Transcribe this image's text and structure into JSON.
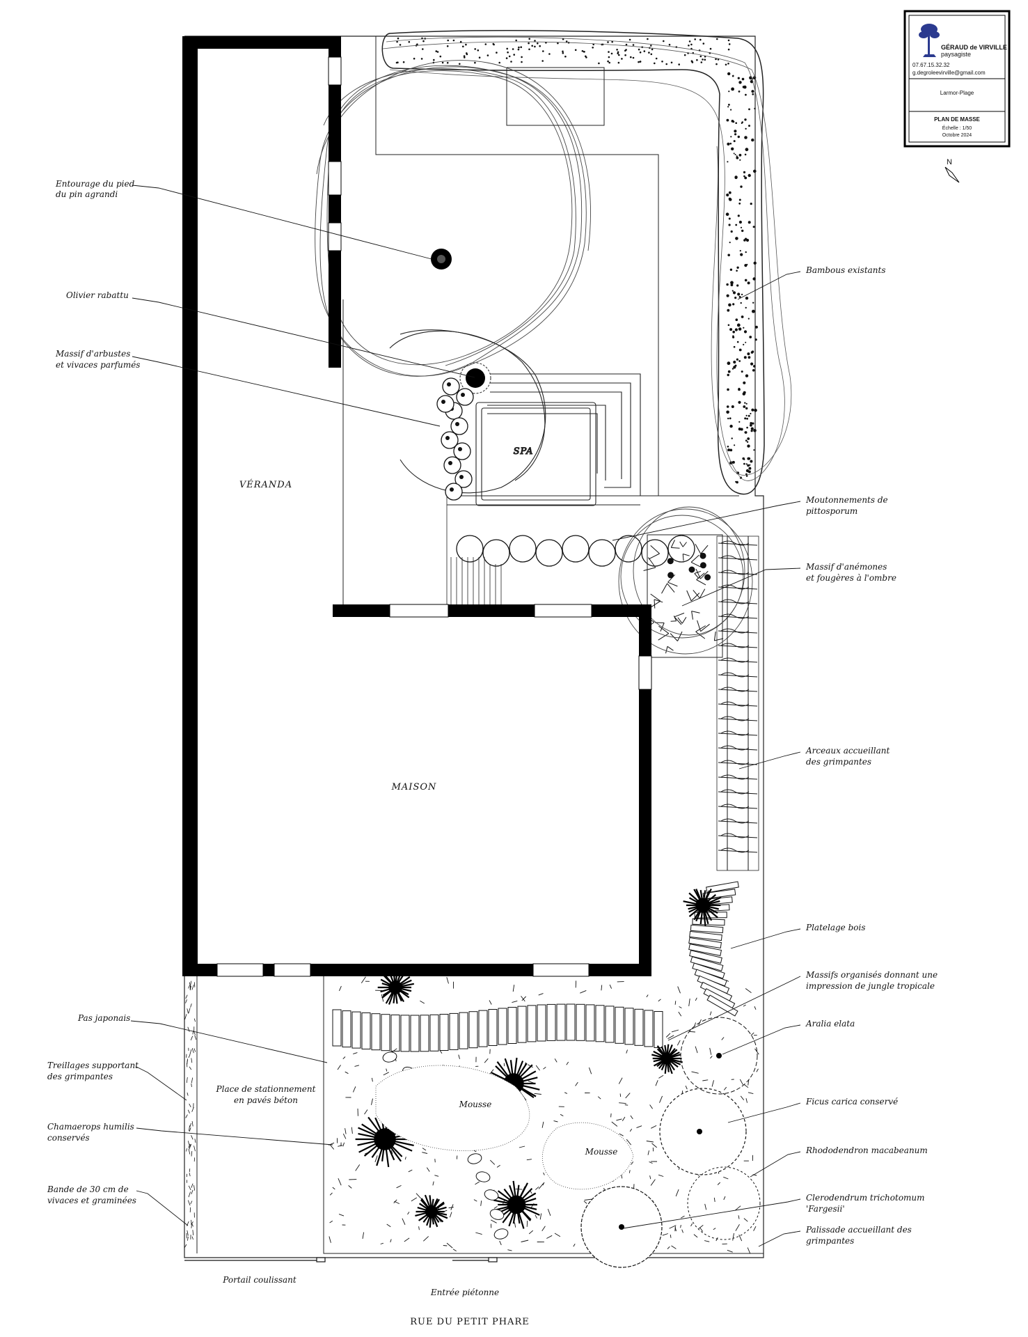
{
  "title_block": {
    "company": "GÉRAUD de VIRVILLE",
    "profession": "paysagiste",
    "phone": "07.67.15.32.32",
    "email": "g.degroleevirville@gmail.com",
    "location": "Larmor-Plage",
    "drawing_title": "PLAN DE MASSE",
    "scale": "Échelle : 1/50",
    "date": "Octobre 2024",
    "north": "N",
    "brand_color": "#2b3a8f"
  },
  "rooms": {
    "veranda": "VÉRANDA",
    "maison": "MAISON",
    "spa": "SPA",
    "parking_line1": "Place de stationnement",
    "parking_line2": "en pavés béton",
    "mousse_1": "Mousse",
    "mousse_2": "Mousse",
    "gate_sliding": "Portail coulissant",
    "gate_pedestrian": "Entrée piétonne",
    "street": "RUE DU PETIT PHARE"
  },
  "labels_left": [
    {
      "line1": "Entourage du pied",
      "line2": "du pin agrandi"
    },
    {
      "line1": "Olivier rabattu",
      "line2": ""
    },
    {
      "line1": "Massif d'arbustes",
      "line2": "et vivaces parfumés"
    },
    {
      "line1": "Pas japonais",
      "line2": ""
    },
    {
      "line1": "Treillages supportant",
      "line2": "des grimpantes"
    },
    {
      "line1": "Chamaerops humilis",
      "line2": "conservés"
    },
    {
      "line1": "Bande de 30 cm de",
      "line2": "vivaces et graminées"
    }
  ],
  "labels_right": [
    {
      "line1": "Bambous existants",
      "line2": ""
    },
    {
      "line1": "Moutonnements de",
      "line2": "pittosporum"
    },
    {
      "line1": "Massif d'anémones",
      "line2": "et fougères à l'ombre"
    },
    {
      "line1": "Arceaux accueillant",
      "line2": "des grimpantes"
    },
    {
      "line1": "Platelage bois",
      "line2": ""
    },
    {
      "line1": "Massifs organisés donnant une",
      "line2": "impression de jungle tropicale"
    },
    {
      "line1": "Aralia elata",
      "line2": ""
    },
    {
      "line1": "Ficus carica conservé",
      "line2": ""
    },
    {
      "line1": "Rhododendron macabeanum",
      "line2": ""
    },
    {
      "line1": "Clerodendrum trichotomum",
      "line2": "'Fargesii'"
    },
    {
      "line1": "Palissade accueillant des",
      "line2": "grimpantes"
    }
  ]
}
